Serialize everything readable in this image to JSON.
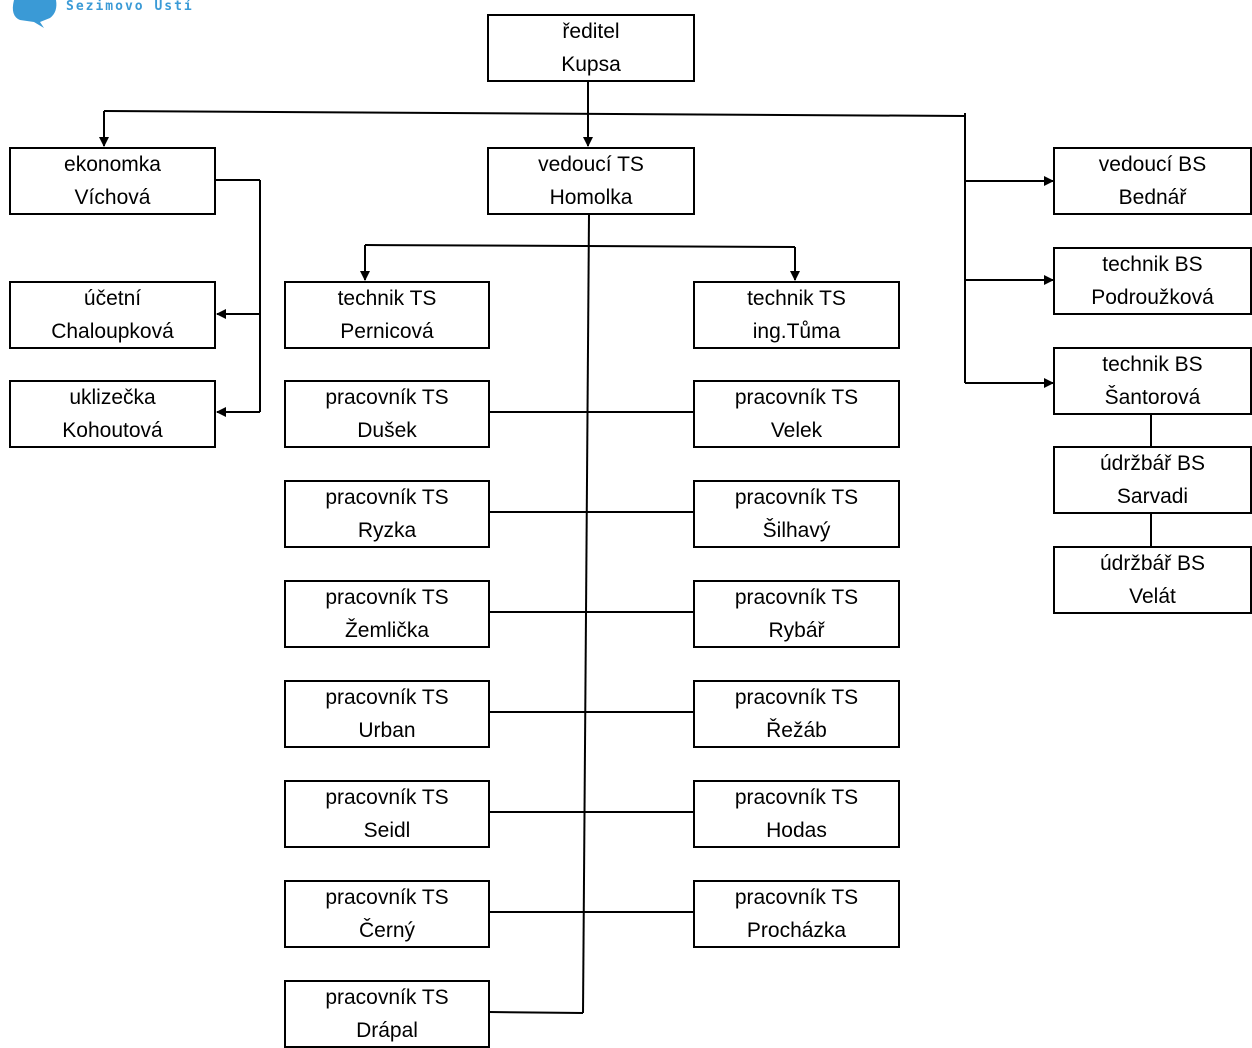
{
  "logo": {
    "text": "Sezimovo Ústí",
    "icon": "town-logo-icon"
  },
  "nodes": {
    "reditel": {
      "role": "ředitel",
      "name": "Kupsa"
    },
    "ekonomka": {
      "role": "ekonomka",
      "name": "Víchová"
    },
    "ucetni": {
      "role": "účetní",
      "name": "Chaloupková"
    },
    "uklizecka": {
      "role": "uklizečka",
      "name": "Kohoutová"
    },
    "vedouci_ts": {
      "role": "vedoucí TS",
      "name": "Homolka"
    },
    "technik_ts_1": {
      "role": "technik TS",
      "name": "Pernicová"
    },
    "technik_ts_2": {
      "role": "technik TS",
      "name": "ing.Tůma"
    },
    "prac_dusek": {
      "role": "pracovník TS",
      "name": "Dušek"
    },
    "prac_velek": {
      "role": "pracovník TS",
      "name": "Velek"
    },
    "prac_ryzka": {
      "role": "pracovník TS",
      "name": "Ryzka"
    },
    "prac_silhavy": {
      "role": "pracovník TS",
      "name": "Šilhavý"
    },
    "prac_zemlicka": {
      "role": "pracovník TS",
      "name": "Žemlička"
    },
    "prac_rybar": {
      "role": "pracovník TS",
      "name": "Rybář"
    },
    "prac_urban": {
      "role": "pracovník TS",
      "name": "Urban"
    },
    "prac_rezab": {
      "role": "pracovník TS",
      "name": "Řežáb"
    },
    "prac_seidl": {
      "role": "pracovník TS",
      "name": "Seidl"
    },
    "prac_hodas": {
      "role": "pracovník TS",
      "name": "Hodas"
    },
    "prac_cerny": {
      "role": "pracovník TS",
      "name": "Černý"
    },
    "prac_prochazka": {
      "role": "pracovník TS",
      "name": "Procházka"
    },
    "prac_drapal": {
      "role": "pracovník TS",
      "name": "Drápal"
    },
    "vedouci_bs": {
      "role": "vedoucí BS",
      "name": "Bednář"
    },
    "technik_bs_1": {
      "role": "technik BS",
      "name": "Podroužková"
    },
    "technik_bs_2": {
      "role": "technik BS",
      "name": "Šantorová"
    },
    "udrzbar_1": {
      "role": "údržbář BS",
      "name": "Sarvadi"
    },
    "udrzbar_2": {
      "role": "údržbář BS",
      "name": "Velát"
    }
  }
}
